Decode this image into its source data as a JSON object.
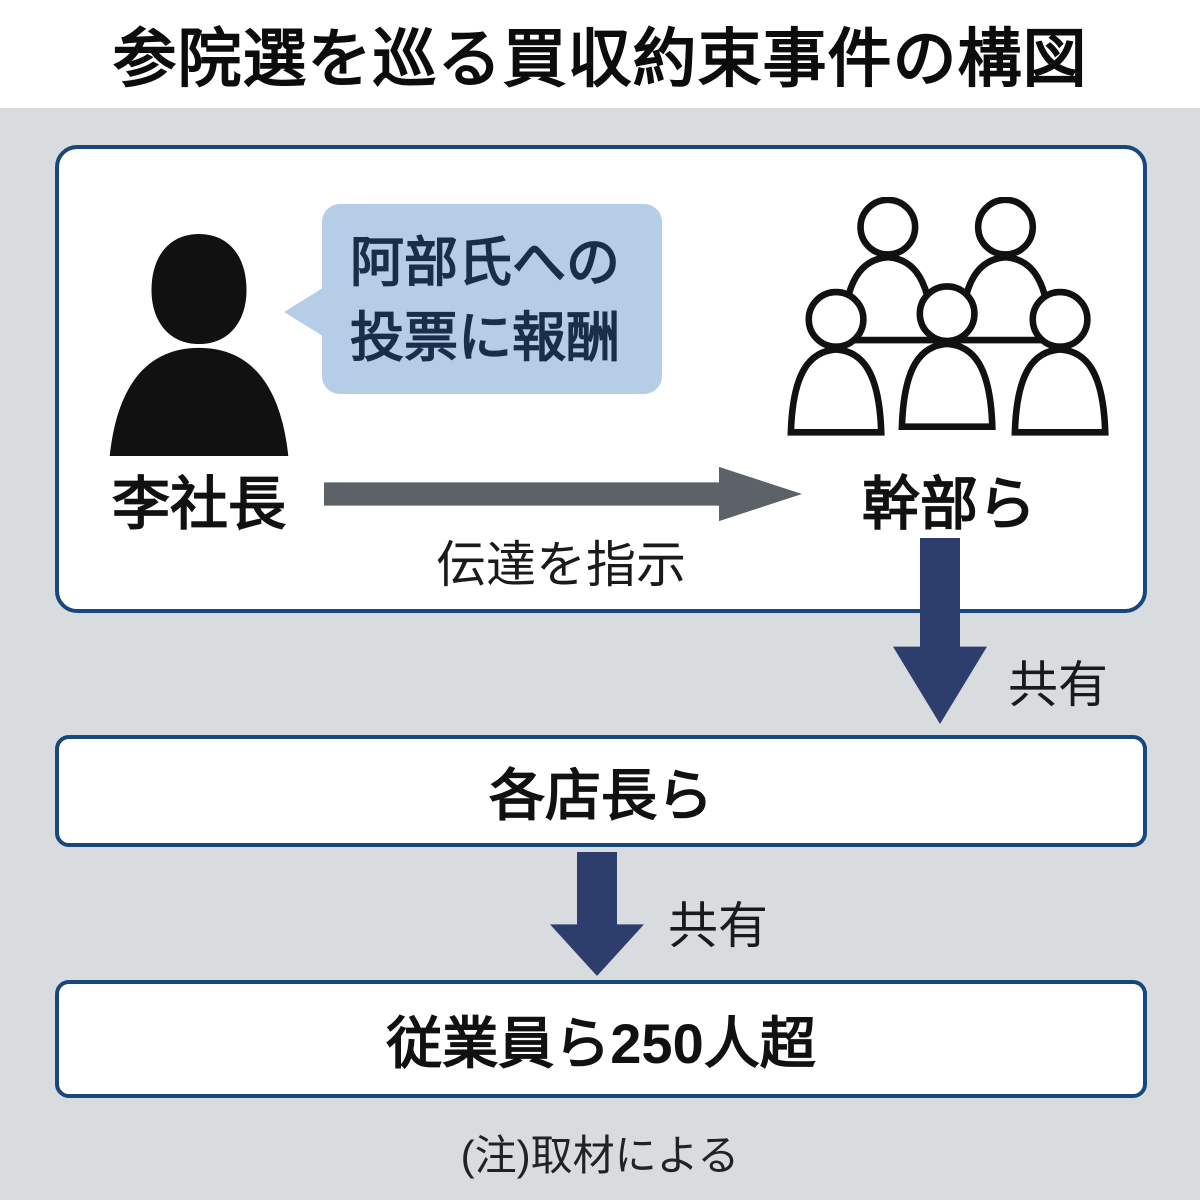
{
  "title": "参院選を巡る買収約束事件の構図",
  "top_box": {
    "president_label": "李社長",
    "bubble": {
      "line1": "阿部氏への",
      "line2": "投票に報酬"
    },
    "instruction_arrow_label": "伝達を指示",
    "executives_label": "幹部ら"
  },
  "flow": {
    "share1_label": "共有",
    "managers_label": "各店長ら",
    "share2_label": "共有",
    "employees_label": "従業員ら250人超"
  },
  "note": "(注)取材による",
  "icons": {
    "president": "person-silhouette-icon",
    "executives": "people-group-icon",
    "instruction": "right-arrow-icon",
    "share1": "down-arrow-icon",
    "share2": "down-arrow-icon"
  },
  "colors": {
    "background": "#d8dcdf",
    "box_border": "#17477c",
    "box_fill": "#ffffff",
    "bubble_fill": "#b5cde7",
    "bubble_text": "#1a2e4a",
    "gray_arrow": "#5c6267",
    "navy_arrow": "#2d3e6d",
    "text": "#111111"
  }
}
